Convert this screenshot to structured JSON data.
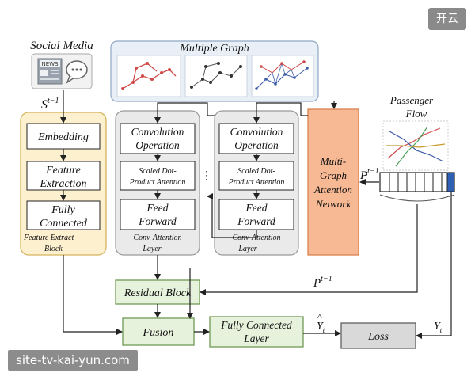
{
  "badge": "开云",
  "watermark": "site-tv-kai-yun.com",
  "social_media": {
    "title": "Social Media",
    "news_icon_text": "NEWS",
    "signal": "S",
    "signal_sup": "t−1"
  },
  "multiple_graph": {
    "title": "Multiple Graph"
  },
  "feature_block": {
    "embedding": "Embedding",
    "feature_extraction": [
      "Feature",
      "Extraction"
    ],
    "fully_connected": [
      "Fully",
      "Connected"
    ],
    "caption": [
      "Feature Extract",
      "Block"
    ]
  },
  "conv_layers": [
    {
      "convolution": [
        "Convolution",
        "Operation"
      ],
      "attention": [
        "Scaled Dot-",
        "Product Attention"
      ],
      "feed_forward": [
        "Feed",
        "Forward"
      ],
      "caption": [
        "Conv-Attention",
        "Layer"
      ]
    },
    {
      "convolution": [
        "Convolution",
        "Operation"
      ],
      "attention": [
        "Scaled Dot-",
        "Product Attention"
      ],
      "feed_forward": [
        "Feed",
        "Forward"
      ],
      "caption": [
        "Conv-Attention",
        "Layer"
      ]
    }
  ],
  "ellipsis": "⋮",
  "mgan": [
    "Multi-",
    "Graph",
    "Attention",
    "Network"
  ],
  "passenger_flow": {
    "title": [
      "Passenger",
      "Flow"
    ],
    "signal": "P",
    "signal_sup": "t−1"
  },
  "p_feedback": {
    "signal": "P",
    "signal_sup": "t−1"
  },
  "residual_block": "Residual Block",
  "fusion": "Fusion",
  "fc_layer": [
    "Fully Connected",
    "Layer"
  ],
  "y_hat": {
    "signal": "Y",
    "hat": "^",
    "sub": "t"
  },
  "y_true": {
    "signal": "Y",
    "sub": "t"
  },
  "loss": "Loss",
  "colors": {
    "feature_block": "#fdf0cf",
    "feature_border": "#d7b35c",
    "conv_block": "#eaeaea",
    "mgan_fill": "#f7b894",
    "mgan_border": "#d9804f",
    "green_box": "#e6f2dc",
    "green_border": "#6f9a55",
    "loss_fill": "#d9d9d9",
    "graph_bg": "#e9eff6",
    "graph_border": "#8fa8c4",
    "red_graph": "#d04a4a",
    "blue_graph": "#3c5ca8",
    "arrow": "#222222",
    "bar_accent": "#2f5fb3"
  }
}
